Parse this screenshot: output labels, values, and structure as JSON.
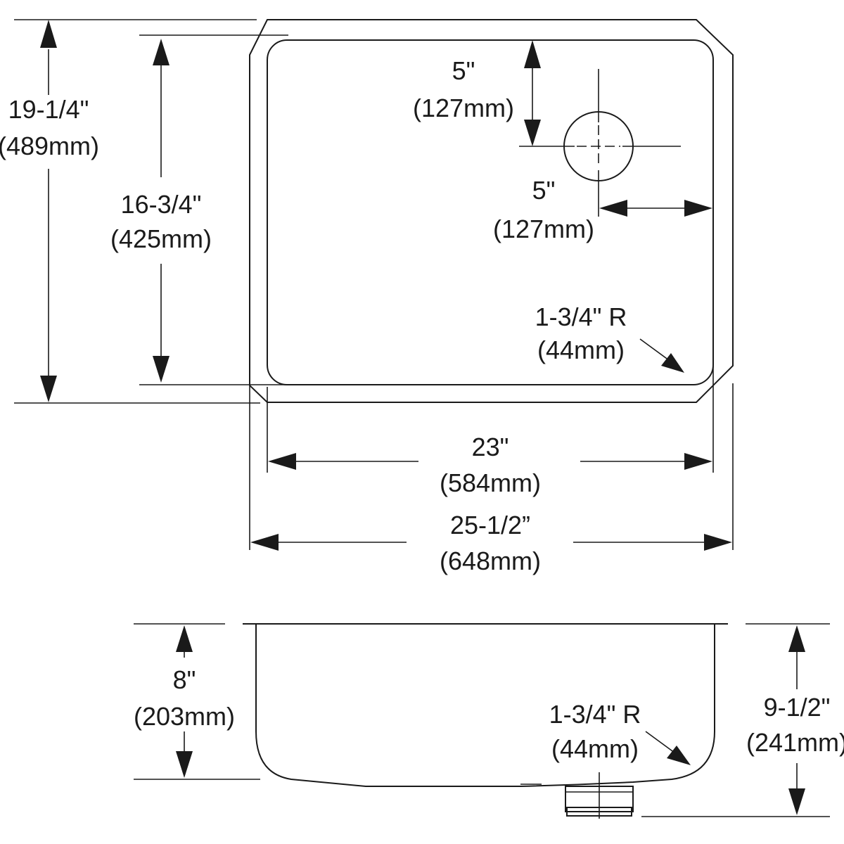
{
  "top_view": {
    "overall_depth": {
      "imperial": "19-1/4\"",
      "metric": "(489mm)"
    },
    "bowl_depth": {
      "imperial": "16-3/4\"",
      "metric": "(425mm)"
    },
    "drain_from_back": {
      "imperial": "5\"",
      "metric": "(127mm)"
    },
    "drain_from_side": {
      "imperial": "5\"",
      "metric": "(127mm)"
    },
    "corner_radius": {
      "imperial": "1-3/4\" R",
      "metric": "(44mm)"
    },
    "bowl_width": {
      "imperial": "23\"",
      "metric": "(584mm)"
    },
    "overall_width": {
      "imperial": "25-1/2”",
      "metric": "(648mm)"
    }
  },
  "side_view": {
    "bowl_height": {
      "imperial": "8\"",
      "metric": "(203mm)"
    },
    "corner_radius": {
      "imperial": "1-3/4\" R",
      "metric": "(44mm)"
    },
    "overall_height": {
      "imperial": "9-1/2\"",
      "metric": "(241mm)"
    }
  }
}
